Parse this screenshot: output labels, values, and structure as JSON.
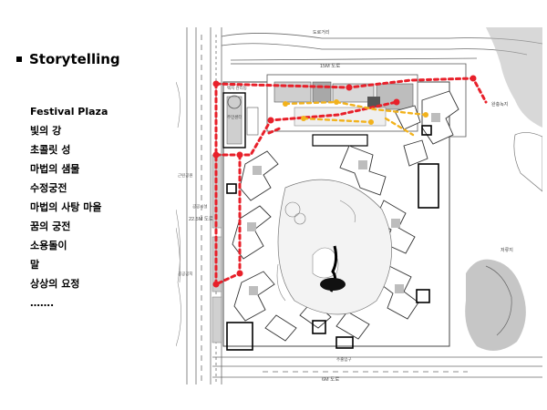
{
  "slide": {
    "heading": "Storytelling",
    "items": [
      "Festival Plaza",
      "빛의 강",
      "초콜릿 성",
      "마법의 샘물",
      "수정궁전",
      "마법의 사탕 마을",
      "꿈의 궁전",
      "소용돌이",
      "말",
      "상상의 요정",
      "……."
    ]
  },
  "plan": {
    "labels": {
      "top_road": "도로거리",
      "road_15m": "15M 도로",
      "road_22m": "22.5M 도로",
      "bottom_road": "6M 도로",
      "right_label_1": "완충녹지",
      "right_label_2": "저류지",
      "left_label": "근린공원",
      "left_label_2": "공공공지",
      "kiosk_1": "택지 관리동",
      "kiosk_2": "주민센터",
      "kiosk_3": "공공시설",
      "gate": "주출입구"
    },
    "colors": {
      "route": "#e8202a",
      "route_secondary": "#f2b21c",
      "linework": "#5a5a5a",
      "ink": "#000000",
      "greenery": "#9a9a9a"
    }
  }
}
